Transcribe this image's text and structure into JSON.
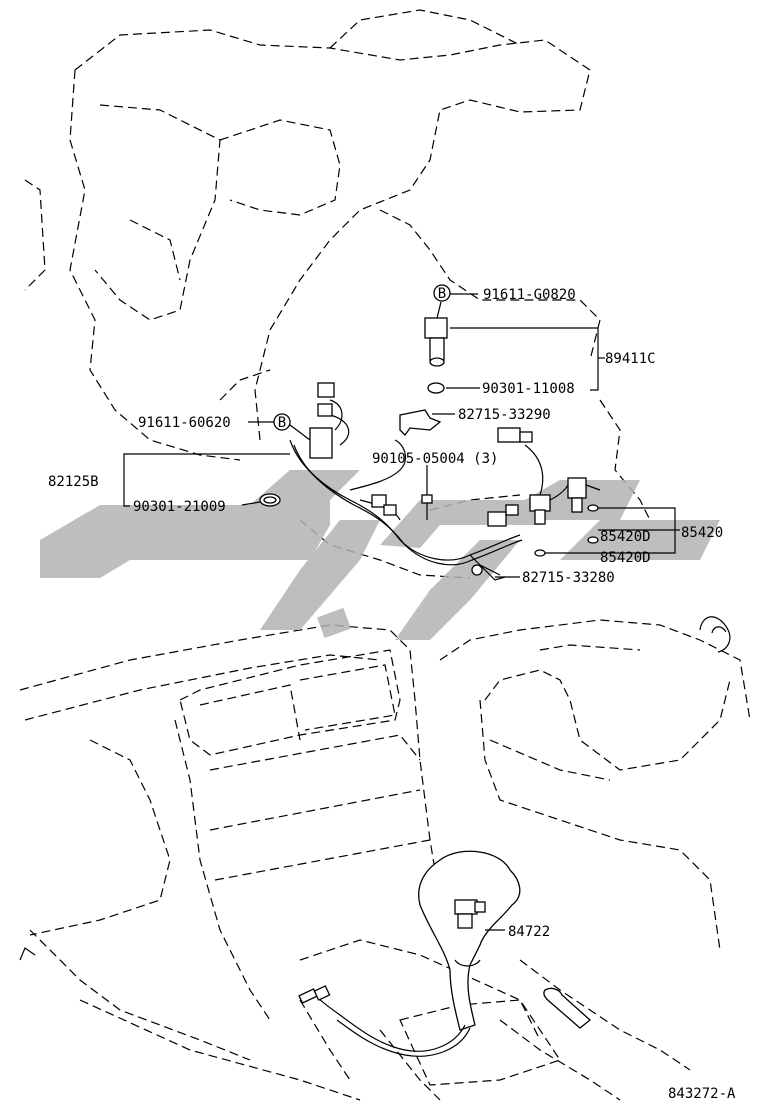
{
  "diagram": {
    "callouts": [
      {
        "id": "91611-G0820",
        "text": "91611-G0820"
      },
      {
        "id": "89411C",
        "text": "89411C"
      },
      {
        "id": "90301-11008",
        "text": "90301-11008"
      },
      {
        "id": "82715-33290",
        "text": "82715-33290"
      },
      {
        "id": "91611-60620",
        "text": "91611-60620"
      },
      {
        "id": "90105-05004",
        "text": "90105-05004 (3)"
      },
      {
        "id": "82125B",
        "text": "82125B"
      },
      {
        "id": "90301-21009",
        "text": "90301-21009"
      },
      {
        "id": "85420D-1",
        "text": "85420D"
      },
      {
        "id": "85420",
        "text": "85420"
      },
      {
        "id": "85420D-2",
        "text": "85420D"
      },
      {
        "id": "82715-33280",
        "text": "82715-33280"
      },
      {
        "id": "84722",
        "text": "84722"
      }
    ],
    "markers": [
      {
        "id": "marker-b-1",
        "text": "B"
      },
      {
        "id": "marker-b-2",
        "text": "B"
      }
    ],
    "reference_code": "843272-A",
    "watermark_color": "#b3b3b3"
  }
}
